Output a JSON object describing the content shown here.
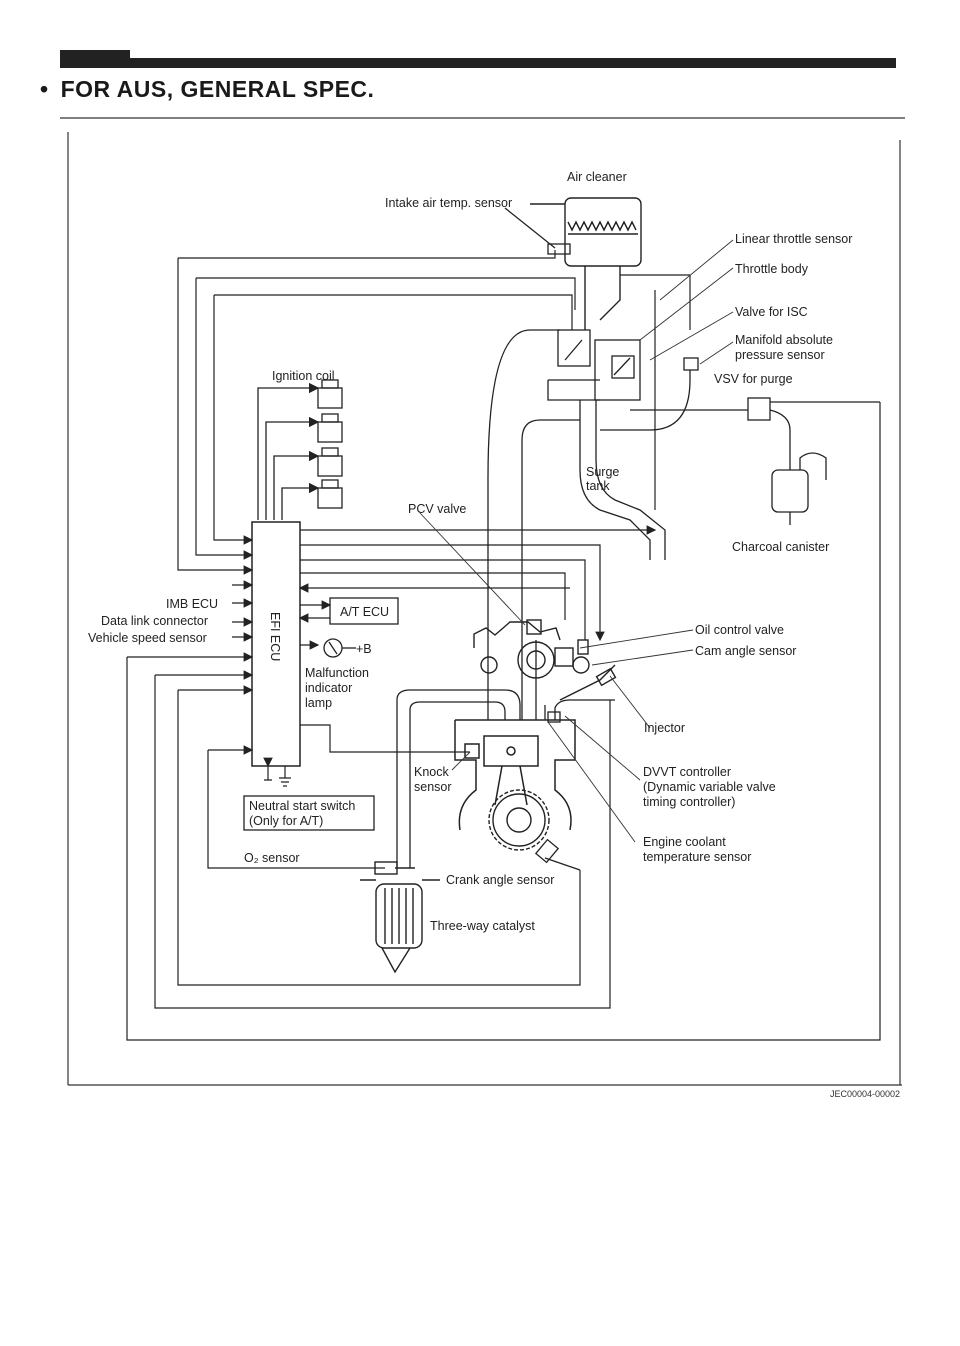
{
  "header": {
    "bullet": "•",
    "title": "FOR AUS, GENERAL SPEC."
  },
  "labels": {
    "air_cleaner": "Air cleaner",
    "intake_air_temp_sensor": "Intake air temp. sensor",
    "linear_throttle_sensor": "Linear throttle sensor",
    "throttle_body": "Throttle body",
    "valve_for_isc": "Valve for ISC",
    "manifold_line1": "Manifold absolute",
    "manifold_line2": "pressure sensor",
    "vsv_for_purge": "VSV for purge",
    "ignition_coil": "Ignition coil",
    "surge_line1": "Surge",
    "surge_line2": "tank",
    "pcv_valve": "PCV valve",
    "charcoal_canister": "Charcoal canister",
    "imb_ecu": "IMB ECU",
    "data_link_connector": "Data link connector",
    "vehicle_speed_sensor": "Vehicle speed sensor",
    "at_ecu": "A/T ECU",
    "efi_ecu": "EFI ECU",
    "plus_b": "+B",
    "mil_line1": "Malfunction",
    "mil_line2": "indicator",
    "mil_line3": "lamp",
    "oil_control_valve": "Oil control valve",
    "cam_angle_sensor": "Cam angle sensor",
    "injector": "Injector",
    "knock_line1": "Knock",
    "knock_line2": "sensor",
    "dvvt_line1": "DVVT controller",
    "dvvt_line2": "(Dynamic variable valve",
    "dvvt_line3": "timing controller)",
    "nss_line1": "Neutral start switch",
    "nss_line2": "(Only for A/T)",
    "ect_line1": "Engine coolant",
    "ect_line2": "temperature sensor",
    "o2_sensor": "O₂ sensor",
    "crank_angle_sensor": "Crank angle sensor",
    "three_way_catalyst": "Three-way catalyst",
    "ref_code": "JEC00004-00002"
  }
}
